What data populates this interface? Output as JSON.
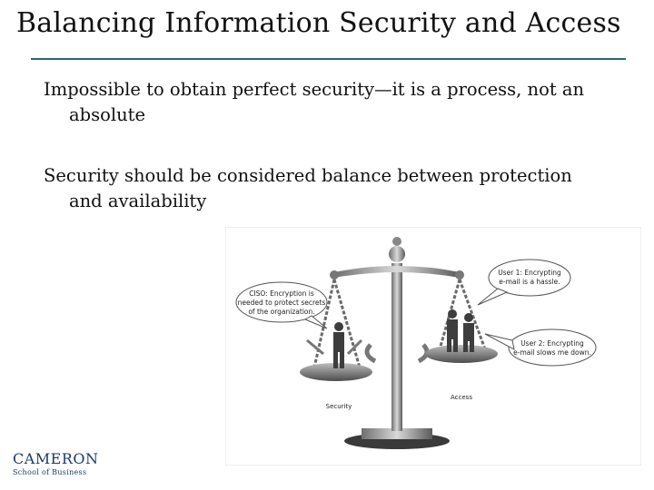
{
  "slide": {
    "title": "Balancing Information Security and Access",
    "bullets": [
      {
        "line1": "Impossible to obtain perfect security—it is a process, not an",
        "line2": "absolute"
      },
      {
        "line1": "Security should be considered balance between protection",
        "line2": "and availability"
      }
    ]
  },
  "figure": {
    "bubble_ciso": [
      "CISO: Encryption is",
      "needed to protect secrets",
      "of the organization."
    ],
    "bubble_user1": [
      "User 1: Encrypting",
      "e-mail is a hassle."
    ],
    "bubble_user2": [
      "User 2: Encrypting",
      "e-mail slows me down."
    ],
    "label_security": "Security",
    "label_access": "Access"
  },
  "logo": {
    "name": "CAMERON",
    "subtitle": "School of Business"
  },
  "colors": {
    "rule": "#1f6c73",
    "logo": "#1a3b6a"
  }
}
